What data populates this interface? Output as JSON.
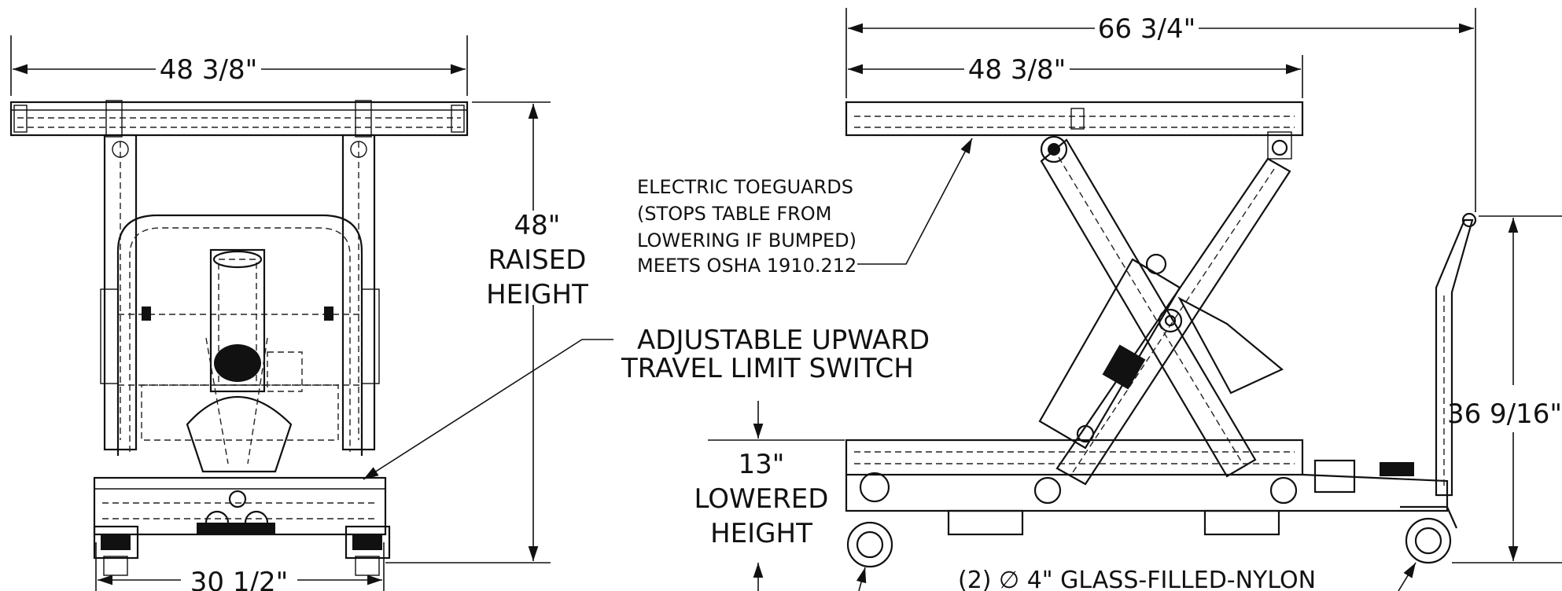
{
  "front_view": {
    "top_width": "48 3/8\"",
    "base_width": "30 1/2\"",
    "raised_height": [
      "48\"",
      "RAISED",
      "HEIGHT"
    ],
    "limit_switch_note": [
      "ADJUSTABLE UPWARD",
      "TRAVEL LIMIT SWITCH"
    ]
  },
  "side_view": {
    "overall_length": "66 3/4\"",
    "table_length": "48 3/8\"",
    "handle_height": "36 9/16\"",
    "lowered_height": [
      "13\"",
      "LOWERED",
      "HEIGHT"
    ],
    "toeguard_note": [
      "ELECTRIC TOEGUARDS",
      "(STOPS TABLE FROM",
      "LOWERING IF BUMPED)",
      "MEETS OSHA 1910.212"
    ],
    "caster_note": "(2)  ∅ 4\" GLASS-FILLED-NYLON"
  },
  "colors": {
    "ink": "#111111",
    "paper": "#ffffff"
  }
}
